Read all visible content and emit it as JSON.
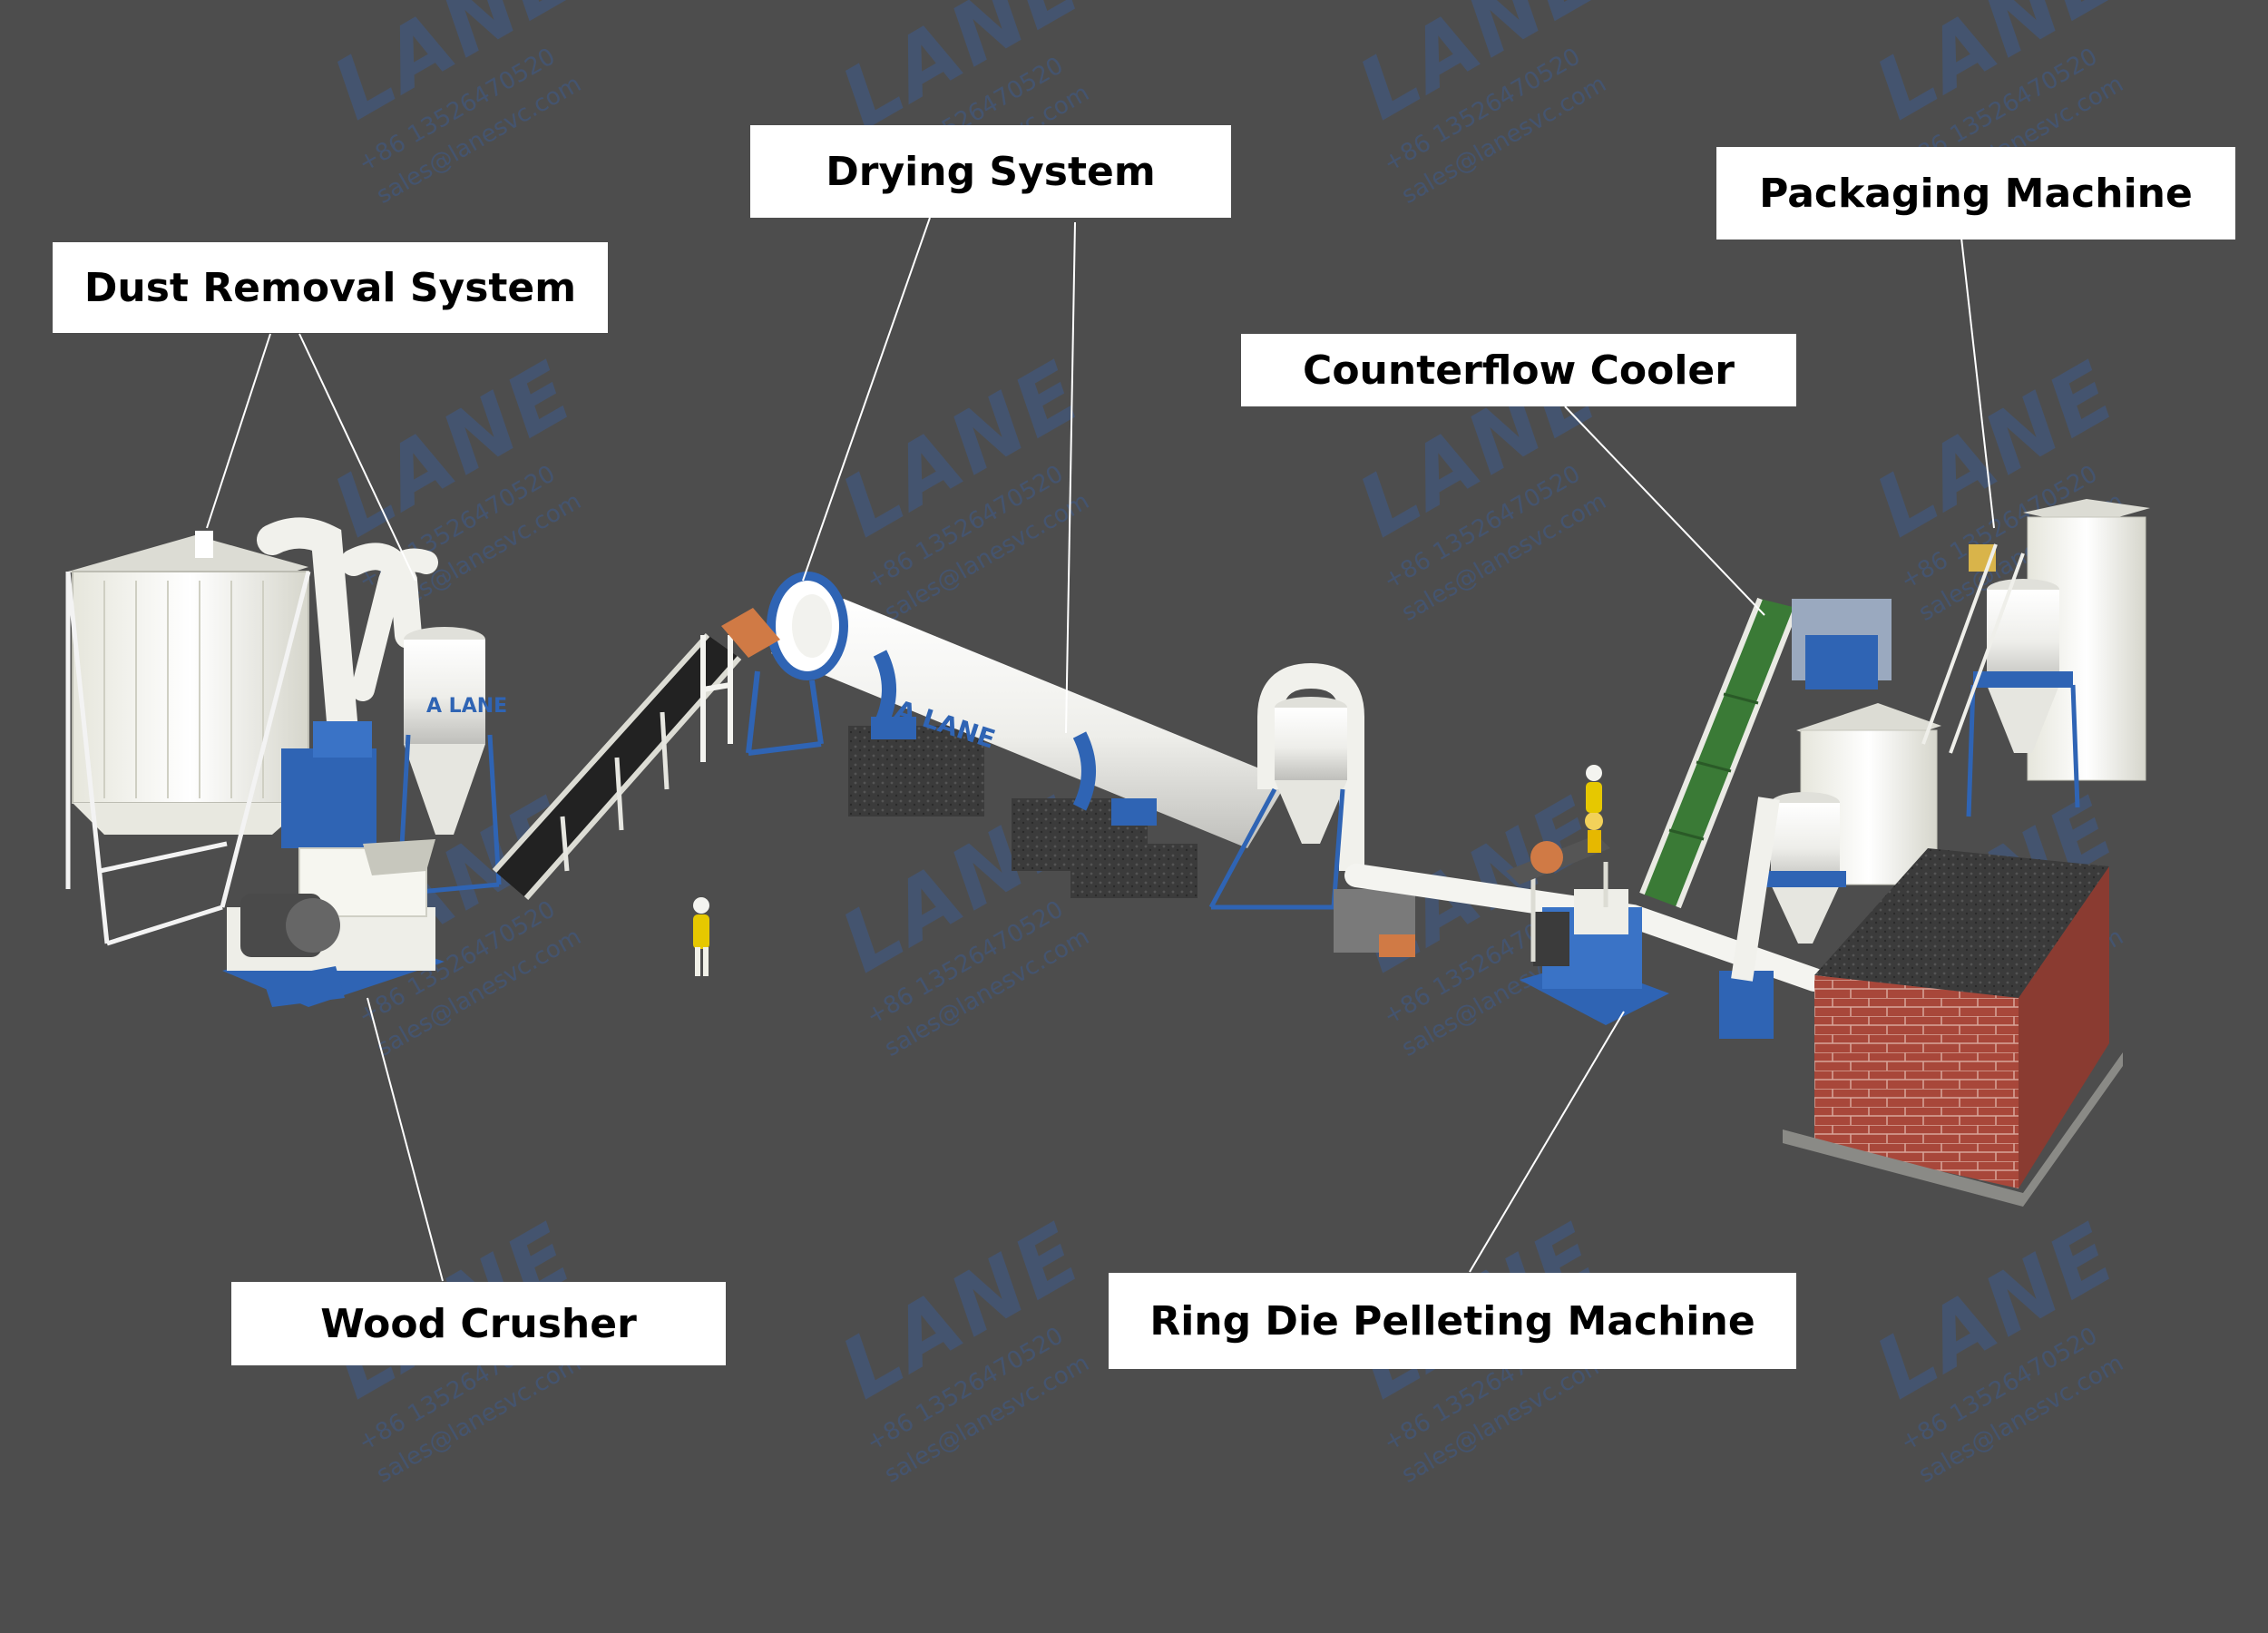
{
  "labels": {
    "dust_removal": "Dust Removal System",
    "drying": "Drying System",
    "packaging": "Packaging Machine",
    "cooler": "Counterflow Cooler",
    "crusher": "Wood Crusher",
    "pelleting": "Ring Die Pelleting Machine"
  },
  "watermark": {
    "brand": "LANE",
    "phone": "+86 13526470520",
    "email": "sales@lanesvc.com"
  },
  "colors": {
    "background": "#4d4d4d",
    "equipment_blue": "#2f64b4",
    "equipment_white": "#f2f2ee",
    "conveyor_green": "#3a7a36",
    "brick": "#a8473a"
  }
}
